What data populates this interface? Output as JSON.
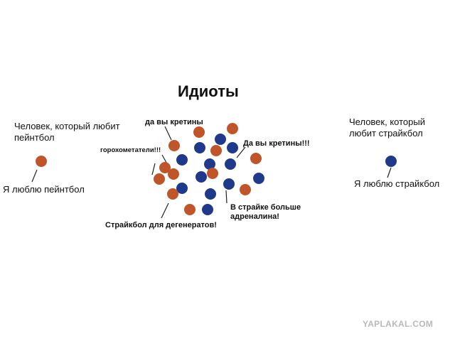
{
  "title": "Идиоты",
  "left": {
    "person": "Человек, который любит\nпейнтбол",
    "statement": "Я люблю пейнтбол"
  },
  "right": {
    "person": "Человек, который\nлюбит страйкбол",
    "statement": "Я люблю страйкбол"
  },
  "crowd": {
    "insult_cretins_left": "да вы кретины",
    "insult_pea_shooters": "горохометатели!!!",
    "insult_cretins_right": "Да вы кретины!!!",
    "insult_degenerates": "Страйкбол для дегенератов!",
    "insult_adrenaline": "В страйке больше\nадреналина!"
  },
  "watermark": "YAPLAKAL.COM",
  "colors": {
    "paintball": "#c0552a",
    "airsoft": "#1f3a8a",
    "text": "#111111",
    "watermark": "#b9b9b9"
  }
}
